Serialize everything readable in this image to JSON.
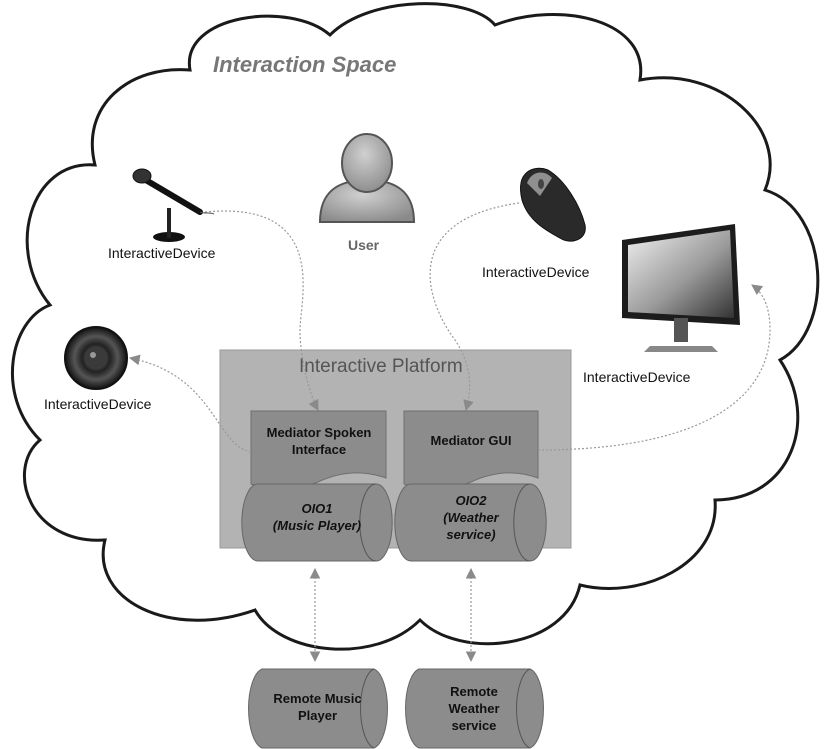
{
  "diagram": {
    "title": "Interaction Space",
    "platform_title": "Interactive Platform",
    "user_label": "User",
    "device_labels": {
      "microphone": "InteractiveDevice",
      "mouse": "InteractiveDevice",
      "monitor": "InteractiveDevice",
      "speaker": "InteractiveDevice"
    },
    "mediators": {
      "spoken": "Mediator Spoken Interface",
      "gui": "Mediator GUI"
    },
    "oios": {
      "music": [
        "OIO1",
        "(Music Player)"
      ],
      "weather": [
        "OIO2",
        "(Weather",
        "service)"
      ]
    },
    "remotes": {
      "music": [
        "Remote Music",
        "Player"
      ],
      "weather": [
        "Remote",
        "Weather",
        "service"
      ]
    },
    "colors": {
      "platform_fill": "#b3b3b3",
      "box_fill": "#8c8c8c",
      "cloud_stroke": "#1a1a1a",
      "arrow": "#999999"
    }
  }
}
